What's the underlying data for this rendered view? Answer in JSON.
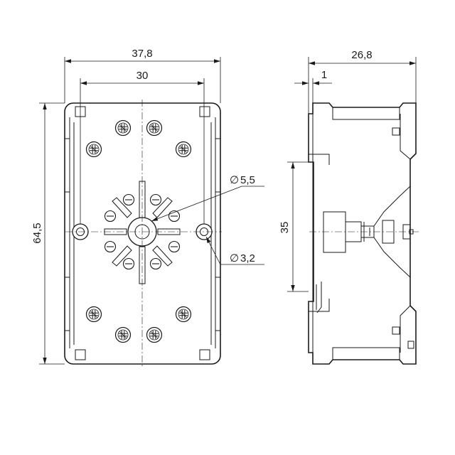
{
  "dimensions": {
    "overall_width": "37,8",
    "hole_spacing": "30",
    "overall_height": "64,5",
    "depth": "26,8",
    "flange_thickness": "1",
    "rail_width": "35",
    "center_hole_diameter": "5,5",
    "mount_hole_diameter": "3,2"
  },
  "diameter_symbol": "∅"
}
